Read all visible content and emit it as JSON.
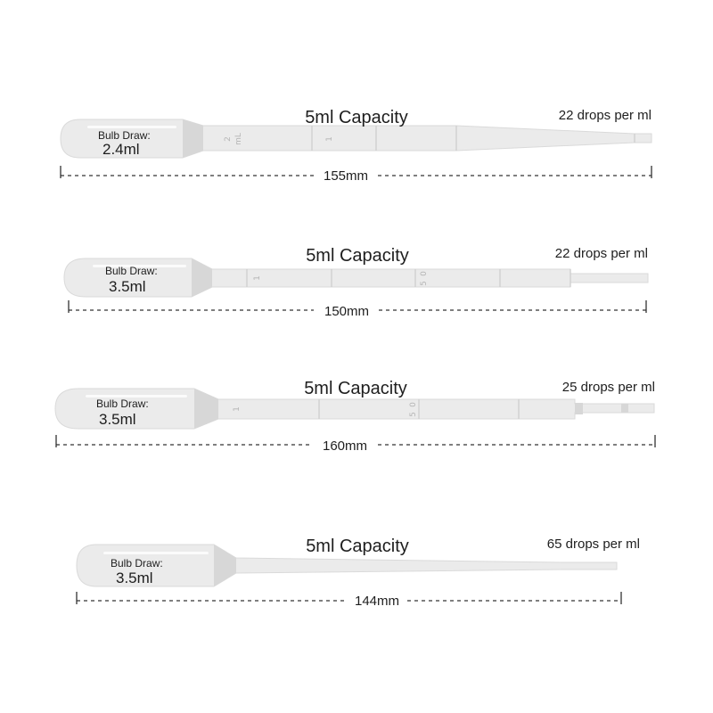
{
  "colors": {
    "pipette_fill": "#ebebeb",
    "pipette_stroke": "#dadada",
    "bulb_fill": "#e6e6e6",
    "neck_fill": "#d7d7d7",
    "highlight": "#fbfbfb",
    "dimension_line": "#333333",
    "text": "#1e1e1e"
  },
  "pipettes": [
    {
      "capacity": "5ml Capacity",
      "drops": "22 drops per ml",
      "bulb_label": "Bulb Draw:",
      "bulb_value": "2.4ml",
      "length": "155mm",
      "marks": [
        "2",
        "mL",
        "1"
      ]
    },
    {
      "capacity": "5ml Capacity",
      "drops": "22 drops per ml",
      "bulb_label": "Bulb Draw:",
      "bulb_value": "3.5ml",
      "length": "150mm",
      "marks": [
        "1",
        "0",
        "5"
      ]
    },
    {
      "capacity": "5ml Capacity",
      "drops": "25 drops per ml",
      "bulb_label": "Bulb Draw:",
      "bulb_value": "3.5ml",
      "length": "160mm",
      "marks": [
        "1",
        "0",
        "5"
      ]
    },
    {
      "capacity": "5ml Capacity",
      "drops": "65 drops per ml",
      "bulb_label": "Bulb Draw:",
      "bulb_value": "3.5ml",
      "length": "144mm",
      "marks": []
    }
  ]
}
